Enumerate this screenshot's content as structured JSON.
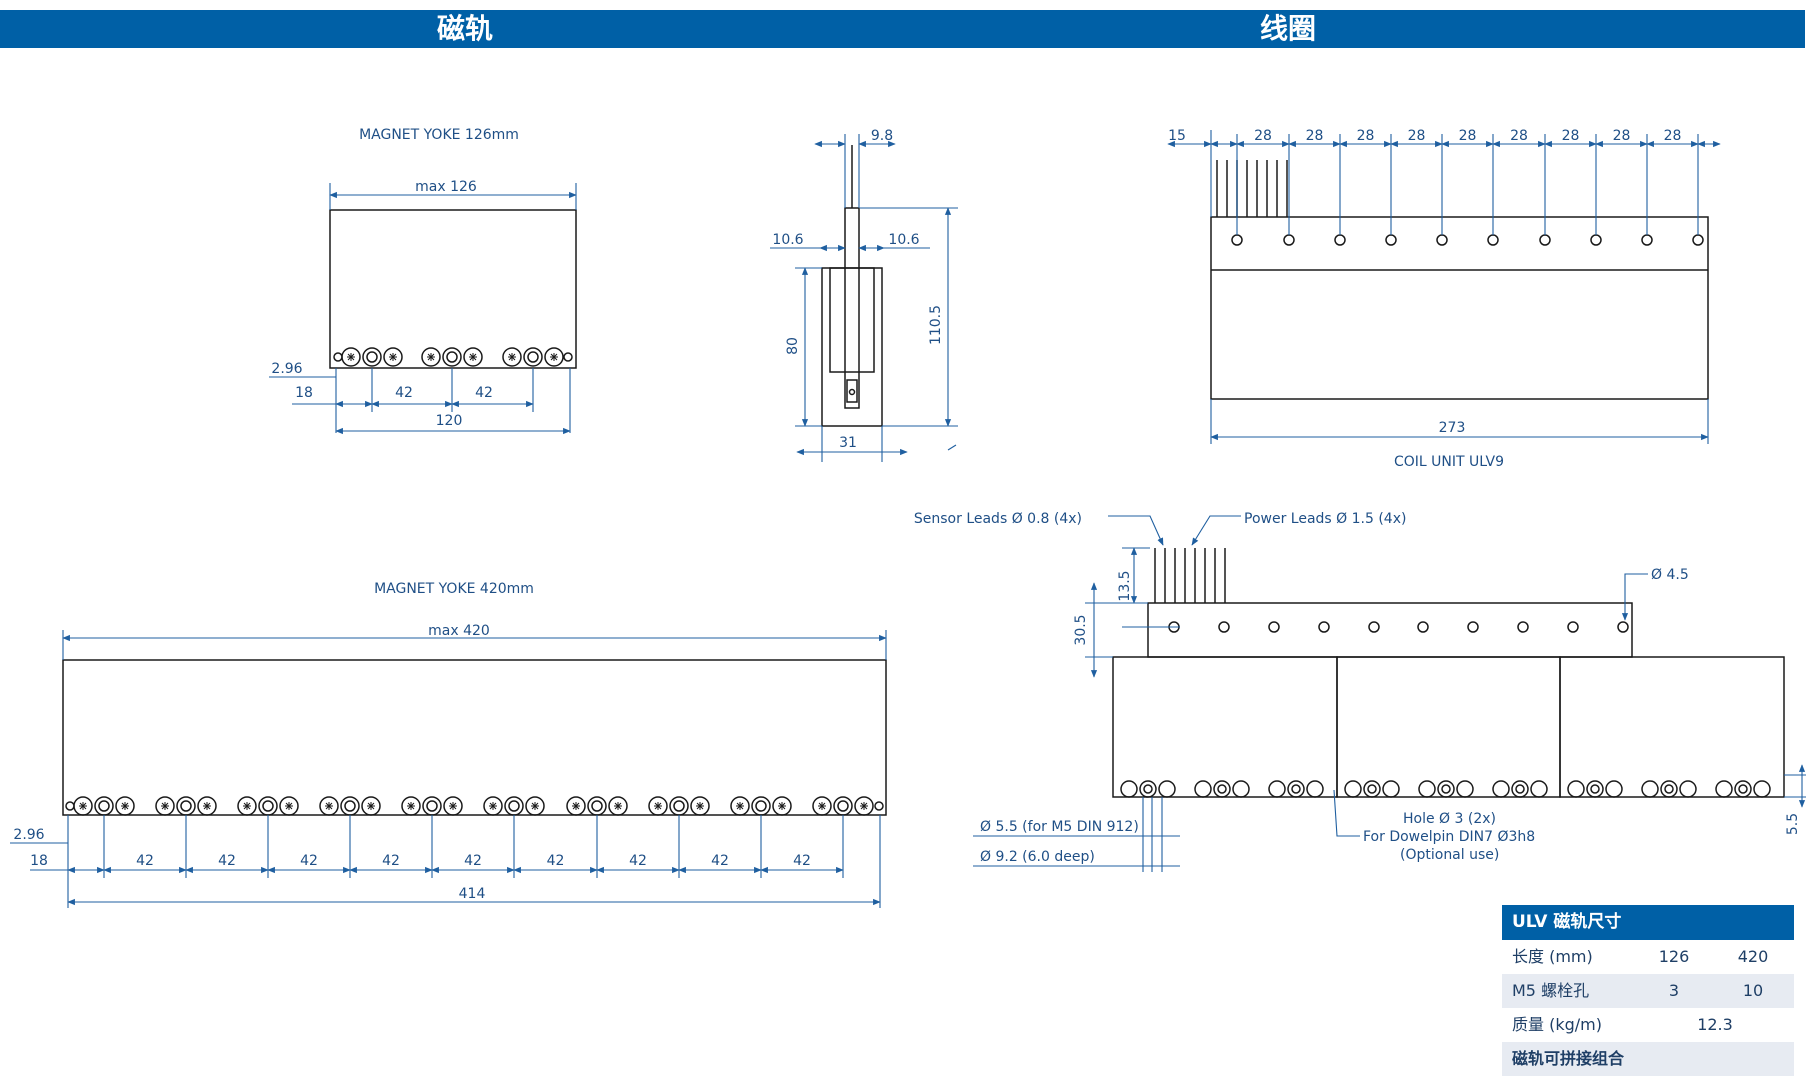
{
  "header": {
    "left_title": "磁轨",
    "right_title": "线圈",
    "color": "#0060a6"
  },
  "labels": {
    "yoke126_title": "MAGNET YOKE 126mm",
    "max126": "max 126",
    "d296a": "2.96",
    "d18a": "18",
    "d42a": "42",
    "d42b": "42",
    "d120": "120",
    "s98": "9.8",
    "s106l": "10.6",
    "s106r": "10.6",
    "s80": "80",
    "s1105": "110.5",
    "s31": "31",
    "c15": "15",
    "c28": [
      "28",
      "28",
      "28",
      "28",
      "28",
      "28",
      "28",
      "28",
      "28"
    ],
    "c273": "273",
    "coil_title": "COIL UNIT ULV9",
    "yoke420_title": "MAGNET YOKE 420mm",
    "max420": "max 420",
    "d296b": "2.96",
    "d18b": "18",
    "d42row": [
      "42",
      "42",
      "42",
      "42",
      "42",
      "42",
      "42",
      "42",
      "42"
    ],
    "d414": "414",
    "sensor_leads": "Sensor Leads Ø 0.8 (4x)",
    "power_leads": "Power Leads Ø 1.5 (4x)",
    "phi45": "Ø 4.5",
    "v135": "13.5",
    "v305": "30.5",
    "phi55": "Ø 5.5 (for M5 DIN 912)",
    "phi92": "Ø 9.2 (6.0 deep)",
    "hole1": "Hole   Ø 3 (2x)",
    "hole2": "For Dowelpin DIN7 Ø3h8",
    "hole3": "(Optional use)",
    "v55": "5.5"
  },
  "table": {
    "title": "ULV 磁轨尺寸",
    "rows": [
      {
        "label": "长度 (mm)",
        "v1": "126",
        "v2": "420"
      },
      {
        "label": "M5 螺栓孔",
        "v1": "3",
        "v2": "10"
      },
      {
        "label": "质量 (kg/m)",
        "v": "12.3"
      },
      {
        "label": "磁轨可拼接组合"
      }
    ]
  }
}
